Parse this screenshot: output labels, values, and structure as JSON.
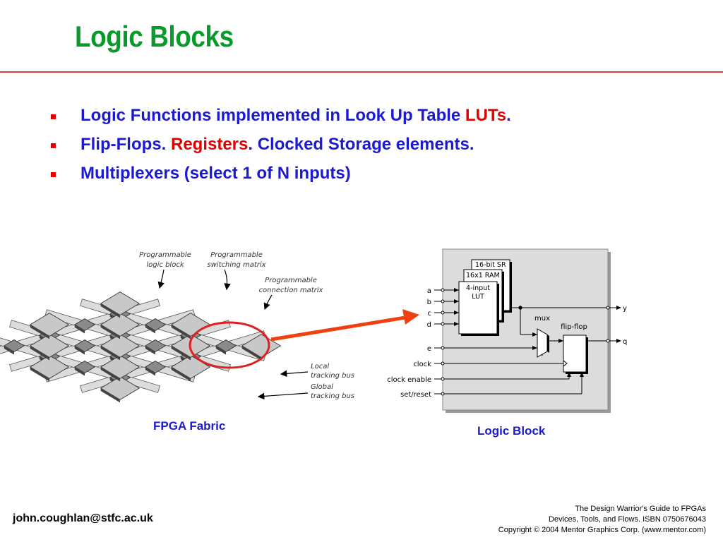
{
  "slide": {
    "title": "Logic Blocks",
    "bullets": [
      {
        "parts": [
          {
            "text": "Logic Functions implemented in Look Up Table ",
            "highlight": false
          },
          {
            "text": "LUTs",
            "highlight": true
          },
          {
            "text": ".",
            "highlight": false
          }
        ]
      },
      {
        "parts": [
          {
            "text": "Flip-Flops. ",
            "highlight": false
          },
          {
            "text": "Registers",
            "highlight": true
          },
          {
            "text": ". Clocked Storage elements.",
            "highlight": false
          }
        ]
      },
      {
        "parts": [
          {
            "text": "Multiplexers (select 1 of N inputs)",
            "highlight": false
          }
        ]
      }
    ]
  },
  "fabric": {
    "labels": {
      "logic_block": [
        "Programmable",
        "logic block"
      ],
      "switching_matrix": [
        "Programmable",
        "switching matrix"
      ],
      "connection_matrix": [
        "Programmable",
        "connection matrix"
      ],
      "local_bus": [
        "Local",
        "tracking bus"
      ],
      "global_bus": [
        "Global",
        "tracking bus"
      ]
    },
    "caption": "FPGA Fabric"
  },
  "logic_block": {
    "sr_label": "16-bit SR",
    "ram_label": "16x1 RAM",
    "lut_label": [
      "4-input",
      "LUT"
    ],
    "inputs": [
      "a",
      "b",
      "c",
      "d"
    ],
    "e_label": "e",
    "clock_label": "clock",
    "clock_enable_label": "clock enable",
    "set_reset_label": "set/reset",
    "mux_label": "mux",
    "ff_label": "flip-flop",
    "y_label": "y",
    "q_label": "q",
    "caption": "Logic Block"
  },
  "footer": {
    "email": "john.coughlan@stfc.ac.uk",
    "credit": [
      "The Design Warrior's Guide to FPGAs",
      "Devices, Tools, and Flows. ISBN 0750676043",
      "Copyright © 2004 Mentor Graphics Corp. (www.mentor.com)"
    ]
  },
  "colors": {
    "title": "#0a9a2c",
    "bullet_text": "#1a1ad0",
    "highlight": "#e00000",
    "rule": "#e03a3a",
    "arrow": "#f04010",
    "circle": "#e02020"
  }
}
